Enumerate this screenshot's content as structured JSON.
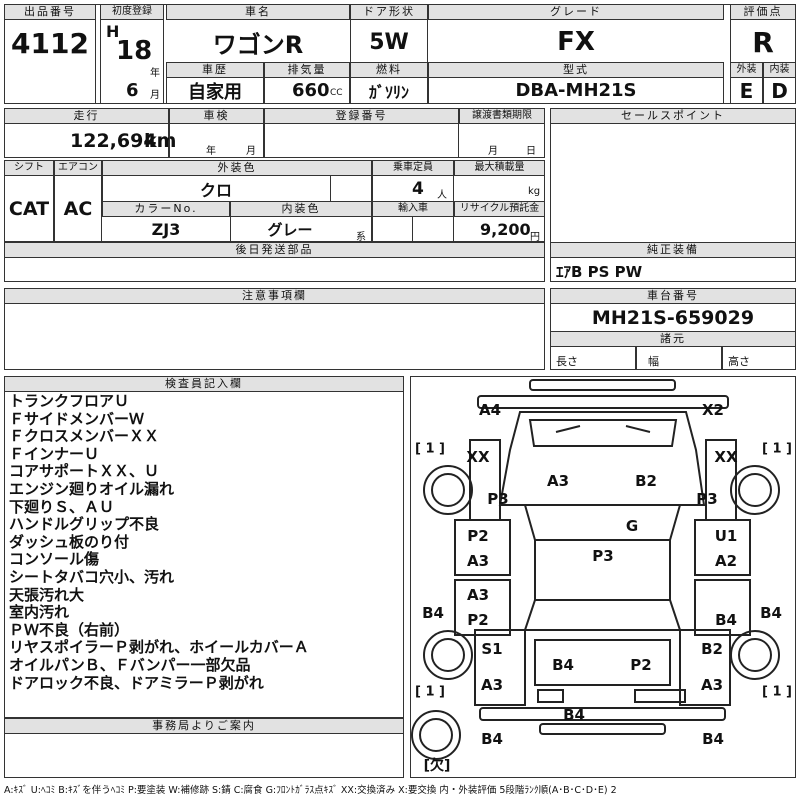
{
  "header": {
    "lot_no_label": "出品番号",
    "lot_no": "4112",
    "first_reg_label": "初度登録",
    "era": "H",
    "year": "18",
    "year_unit": "年",
    "month": "6",
    "month_unit": "月",
    "car_name_label": "車名",
    "car_name": "ワゴンR",
    "door_label": "ドア形状",
    "door": "5W",
    "grade_label": "グレード",
    "grade": "FX",
    "score_label": "評価点",
    "score": "R",
    "history_label": "車歴",
    "history": "自家用",
    "displacement_label": "排気量",
    "displacement": "660",
    "displacement_unit": "CC",
    "fuel_label": "燃料",
    "fuel": "ｶﾞｿﾘﾝ",
    "model_label": "型式",
    "model": "DBA-MH21S",
    "exterior_label": "外装",
    "exterior": "E",
    "interior_label": "内装",
    "interior": "D"
  },
  "row2": {
    "mileage_label": "走行",
    "mileage": "122,694",
    "mileage_unit": "km",
    "inspection_label": "車検",
    "inspection_year_unit": "年",
    "inspection_month_unit": "月",
    "reg_no_label": "登録番号",
    "transfer_label": "譲渡書類期限",
    "transfer_month_unit": "月",
    "transfer_day_unit": "日",
    "sales_point_label": "セールスポイント"
  },
  "row3": {
    "shift_label": "シフト",
    "shift": "CAT",
    "ac_label": "エアコン",
    "ac": "AC",
    "ext_color_label": "外装色",
    "ext_color": "クロ",
    "capacity_label": "乗車定員",
    "capacity": "4",
    "capacity_unit": "人",
    "max_load_label": "最大積載量",
    "max_load_unit": "kg",
    "color_no_label": "カラーNo.",
    "color_no": "ZJ3",
    "int_color_label": "内装色",
    "int_color": "グレー",
    "int_color_unit": "系",
    "import_label": "輸入車",
    "recycle_label": "リサイクル預託金",
    "recycle": "9,200",
    "recycle_unit": "円"
  },
  "row4": {
    "parts_label": "後日発送部品",
    "genuine_label": "純正装備",
    "genuine": "ｴｱB PS PW"
  },
  "row5": {
    "caution_label": "注意事項欄",
    "chassis_label": "車台番号",
    "chassis": "MH21S-659029",
    "specs_label": "諸元",
    "length_label": "長さ",
    "width_label": "幅",
    "height_label": "高さ"
  },
  "inspector": {
    "label": "検査員記入欄",
    "notes": [
      "トランクフロアＵ",
      "ＦサイドメンバーＷ",
      "ＦクロスメンバーＸＸ",
      "ＦインナーＵ",
      "コアサポートＸＸ、Ｕ",
      "エンジン廻りオイル漏れ",
      "下廻りＳ、ＡＵ",
      "ハンドルグリップ不良",
      "ダッシュ板のり付",
      "コンソール傷",
      "シートタバコ穴小、汚れ",
      "天張汚れ大",
      "室内汚れ",
      "ＰＷ不良（右前）",
      "リヤスポイラーＰ剥がれ、ホイールカバーＡ",
      "オイルパンＢ、Ｆバンパー一部欠品",
      "ドアロック不良、ドアミラーＰ剥がれ"
    ]
  },
  "office": {
    "label": "事務局よりご案内"
  },
  "diagram": {
    "labels": {
      "a4_tl": "A4",
      "x2_tr": "X2",
      "tire_lt": "[ 1 ]",
      "tire_rt": "[ 1 ]",
      "tire_lb": "[ 1 ]",
      "tire_rb": "[ 1 ]",
      "xx_l": "XX",
      "xx_r": "XX",
      "a3_hood": "A3",
      "b2_hood": "B2",
      "p3_l": "P3",
      "p3_r": "P3",
      "g_roof": "G",
      "p2_fl": "P2",
      "a3_fl": "A3",
      "u1_fr": "U1",
      "a2_fr": "A2",
      "p3_roof": "P3",
      "a3_rl": "A3",
      "p2_rl": "P2",
      "b4_lside": "B4",
      "b4_rside": "B4",
      "b4_rr": "B4",
      "s1": "S1",
      "b2_rq": "B2",
      "b4_rearl": "B4",
      "p2_rear": "P2",
      "a3_lq": "A3",
      "a3_rq": "A3",
      "b4_bumper": "B4",
      "b4_bl": "B4",
      "b4_br": "B4",
      "missing": "[欠]"
    }
  },
  "legend": "A:ｷｽﾞ  U:ﾍｺﾐ  B:ｷｽﾞを伴うﾍｺﾐ  P:要塗装  W:補修跡  S:錆  C:腐食  G:ﾌﾛﾝﾄｶﾞﾗｽ点ｷｽﾞ  XX:交換済み  X:要交換   内・外装評価  5段階ﾗﾝｸ順(A･B･C･D･E) 2"
}
